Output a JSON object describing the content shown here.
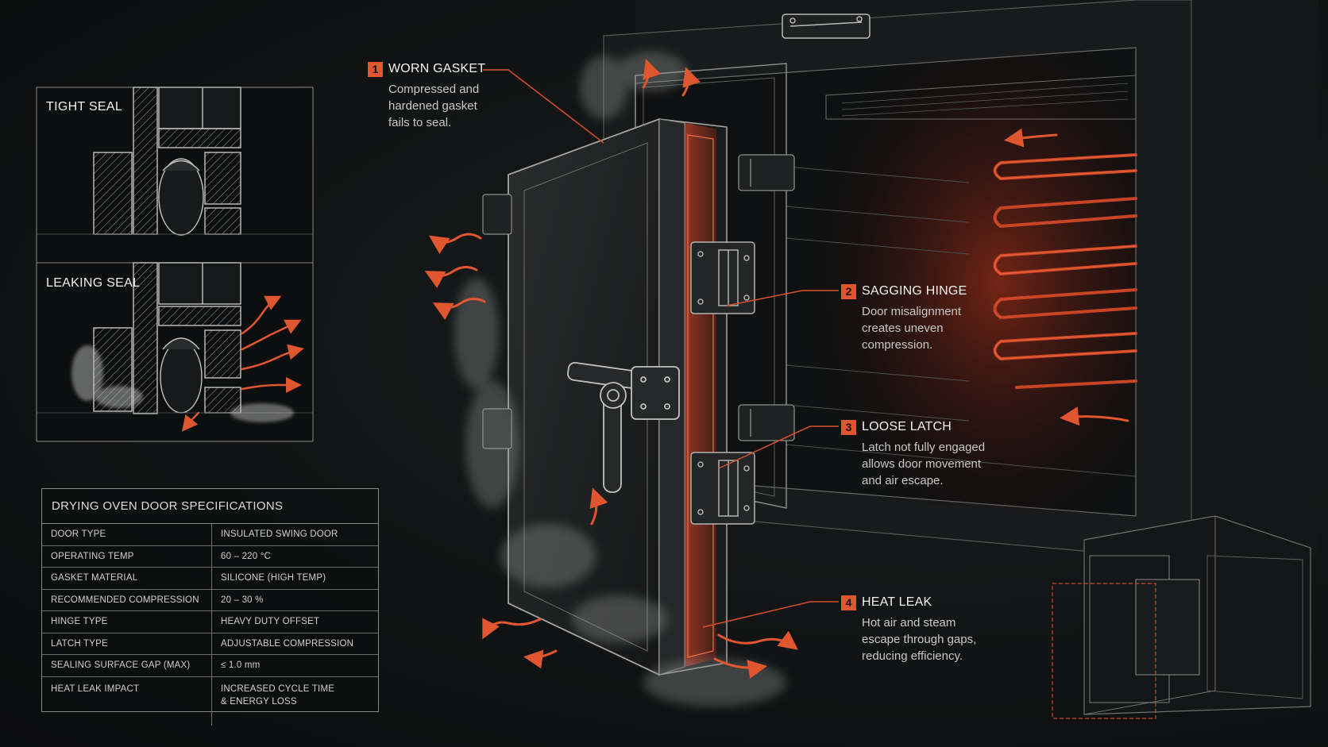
{
  "colors": {
    "accent": "#e0562e",
    "heat_glow": "#c8361a",
    "background": "#101213",
    "line": "#b9bab6"
  },
  "insets": {
    "tight_seal_label": "TIGHT SEAL",
    "leaking_seal_label": "LEAKING SEAL"
  },
  "callouts": [
    {
      "number": "1",
      "title": "WORN GASKET",
      "body": "Compressed and\nhardened gasket\nfails to seal."
    },
    {
      "number": "2",
      "title": "SAGGING HINGE",
      "body": "Door misalignment\ncreates uneven\ncompression."
    },
    {
      "number": "3",
      "title": "LOOSE LATCH",
      "body": "Latch not fully engaged\nallows door movement\nand air escape."
    },
    {
      "number": "4",
      "title": "HEAT LEAK",
      "body": "Hot air and steam\nescape through gaps,\nreducing efficiency."
    }
  ],
  "specs": {
    "title": "DRYING OVEN DOOR SPECIFICATIONS",
    "rows": [
      {
        "key": "DOOR TYPE",
        "value": "INSULATED SWING DOOR"
      },
      {
        "key": "OPERATING TEMP",
        "value": "60 – 220 °C"
      },
      {
        "key": "GASKET MATERIAL",
        "value": "SILICONE (HIGH TEMP)"
      },
      {
        "key": "RECOMMENDED COMPRESSION",
        "value": "20 – 30 %"
      },
      {
        "key": "HINGE TYPE",
        "value": "HEAVY DUTY OFFSET"
      },
      {
        "key": "LATCH TYPE",
        "value": "ADJUSTABLE COMPRESSION"
      },
      {
        "key": "SEALING SURFACE GAP (MAX)",
        "value": "≤ 1.0 mm"
      },
      {
        "key": "HEAT LEAK IMPACT",
        "value": "INCREASED CYCLE TIME\n& ENERGY LOSS"
      }
    ]
  }
}
